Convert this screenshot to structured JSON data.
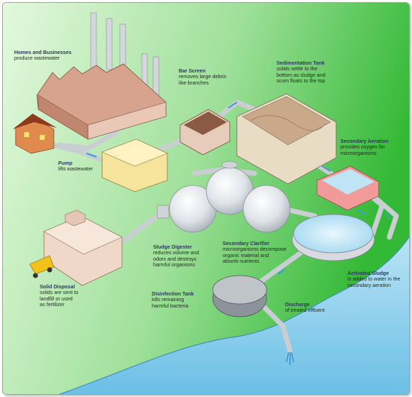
{
  "colors": {
    "grass_light": "#dff7d8",
    "grass_dark": "#3bbf3b",
    "water": "#8fd0ef",
    "pipe": "#c8cdd2",
    "flow_arrow": "#4aa6d8",
    "building": "#e8cfc0",
    "tank_tan": "#e9dcc4",
    "aeration_pink": "#f4a3a3",
    "pump_yellow": "#f7e7a1"
  },
  "labels": {
    "homes": {
      "title": "Homes and Businesses",
      "desc": "produce wastewater"
    },
    "bar_screen": {
      "title": "Bar Screen",
      "desc": "removes large debris\nlike branches"
    },
    "sedimentation": {
      "title": "Sedimentation Tank",
      "desc": "solids settle to the\nbottom as sludge and\nscum floats to the top"
    },
    "secondary_aeration": {
      "title": "Secondary Aeration",
      "desc": "provides oxygen for\nmicroorganisms"
    },
    "pump": {
      "title": "Pump",
      "desc": "lifts wastewater"
    },
    "sludge_digester": {
      "title": "Sludge Digester",
      "desc": "reduces volume and\nodors and destroys\nharmful organisms"
    },
    "secondary_clarifier": {
      "title": "Secondary Clarifier",
      "desc": "microorganisms decompose\norganic material and\nabsorb nutrients"
    },
    "solid_disposal": {
      "title": "Solid Disposal",
      "desc": "solids are sent to\nlandfill or used\nas fertilizer"
    },
    "activated_sludge": {
      "title": "Activated Sludge",
      "desc": "is added to water in the\nsecondary aeration"
    },
    "disinfection": {
      "title": "Disinfection Tank",
      "desc": "kills remaining\nharmful bacteria"
    },
    "discharge": {
      "title": "Discharge",
      "desc": "of treated effluent"
    }
  }
}
